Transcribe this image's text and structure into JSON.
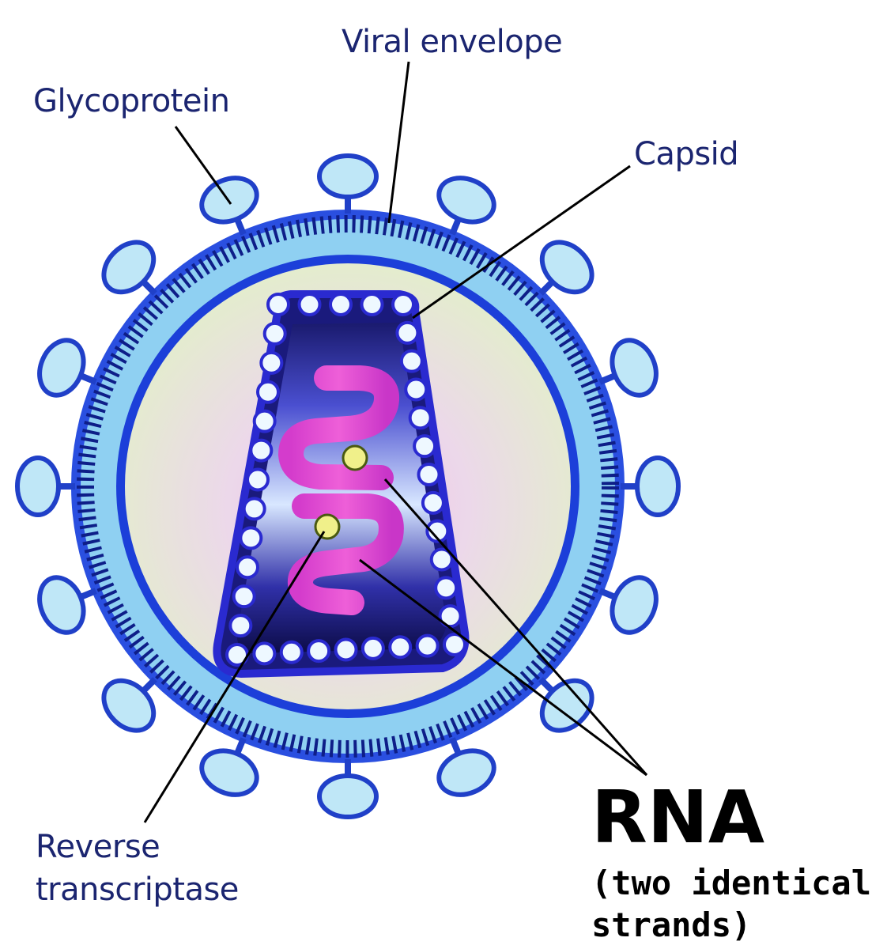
{
  "labels": {
    "viral_envelope": "Viral envelope",
    "glycoprotein": "Glycoprotein",
    "capsid": "Capsid",
    "reverse_transcriptase_line1": "Reverse",
    "reverse_transcriptase_line2": "transcriptase",
    "rna": "RNA",
    "rna_note_line1": "(two identical",
    "rna_note_line2": "strands)"
  },
  "colors": {
    "label_text": "#1b2570",
    "rna_text": "#000000",
    "envelope_blue": "#1c3fd9",
    "envelope_light": "#7fc6ee",
    "glycoprotein_fill": "#bfe7f7",
    "glycoprotein_stroke": "#2040c8",
    "interior_fill": "#e4f1cf",
    "interior_pink": "#f3b6e0",
    "capsid_dark": "#10105c",
    "capsid_bead": "#eef8ff",
    "rna_strand": "#e24ed0",
    "enzyme_fill": "#f0f08a"
  },
  "icons": {
    "glycoprotein": "glycoprotein-spike",
    "capsid": "capsid-bead-ring",
    "rna": "rna-strand",
    "reverse_transcriptase": "enzyme-dot"
  }
}
